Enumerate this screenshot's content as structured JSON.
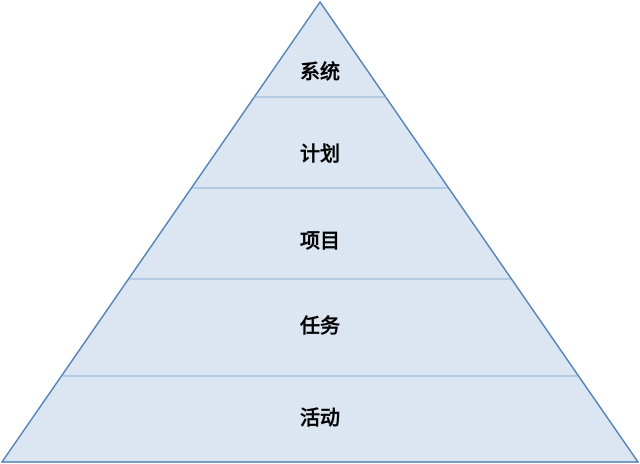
{
  "diagram": {
    "type": "pyramid",
    "fill_color": "#dce6f2",
    "outline_color": "#4f7fb5",
    "divider_color": "#8eb0d6",
    "text_color": "#000000",
    "levels": [
      {
        "label": "系统"
      },
      {
        "label": "计划"
      },
      {
        "label": "项目"
      },
      {
        "label": "任务"
      },
      {
        "label": "活动"
      }
    ]
  }
}
